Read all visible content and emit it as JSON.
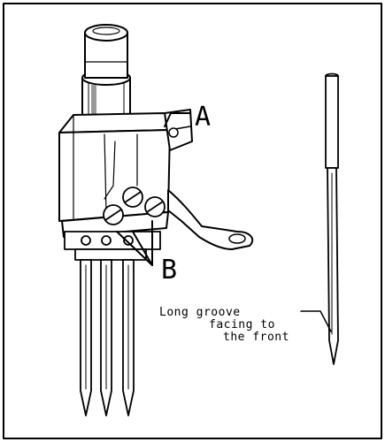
{
  "labels": {
    "a": "A",
    "b": "B",
    "note_line1": "Long groove",
    "note_line2": "facing to",
    "note_line3": "the front"
  },
  "colors": {
    "line": "#000000",
    "fill": "#ffffff",
    "shade": "#9a9a9a"
  }
}
